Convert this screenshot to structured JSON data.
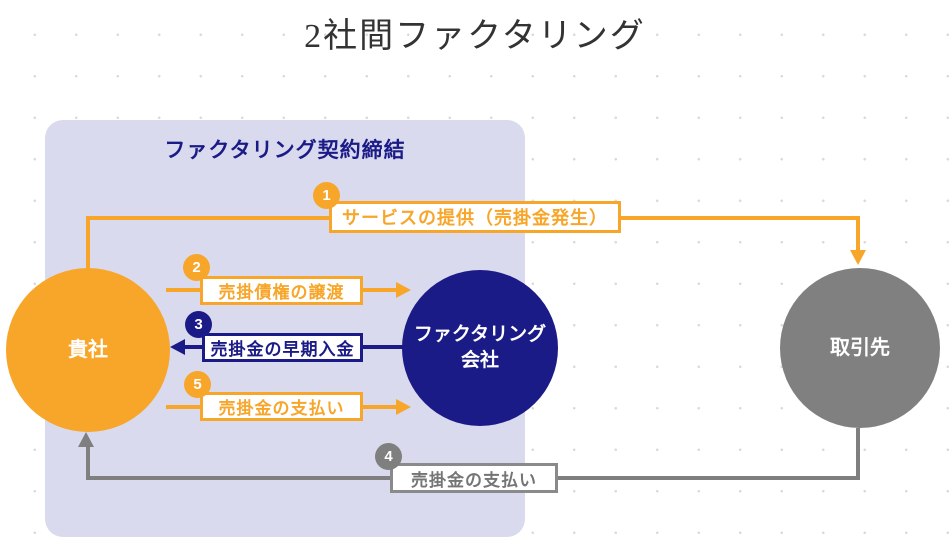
{
  "title": "2社間ファクタリング",
  "contract_box": {
    "label": "ファクタリング契約締結"
  },
  "entities": {
    "company": {
      "label": "貴社"
    },
    "factoring": {
      "line1": "ファクタリング",
      "line2": "会社"
    },
    "client": {
      "label": "取引先"
    }
  },
  "flows": {
    "f1": {
      "number": "1",
      "label": "サービスの提供（売掛金発生）"
    },
    "f2": {
      "number": "2",
      "label": "売掛債権の譲渡"
    },
    "f3": {
      "number": "3",
      "label": "売掛金の早期入金"
    },
    "f4": {
      "number": "4",
      "label": "売掛金の支払い"
    },
    "f5": {
      "number": "5",
      "label": "売掛金の支払い"
    }
  },
  "colors": {
    "orange": "#F7A62A",
    "navy": "#1B1B87",
    "gray": "#7F7F7F",
    "panel_lavender": "#DADAEE",
    "title_text": "#333333",
    "background_dot": "#D9D9D9"
  }
}
